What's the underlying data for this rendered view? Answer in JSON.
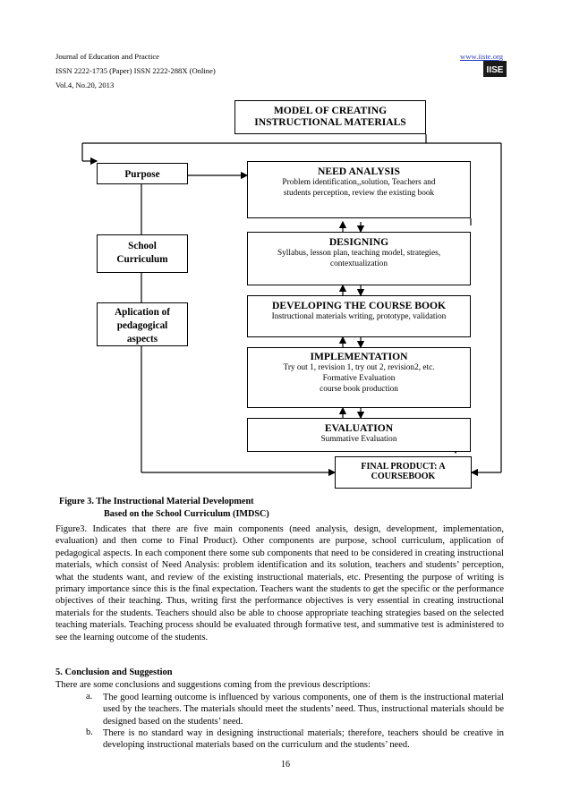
{
  "header": {
    "journal": "Journal of Education and Practice",
    "issn": "ISSN 2222-1735 (Paper)   ISSN 2222-288X (Online)",
    "vol": "Vol.4, No.20, 2013",
    "url": "www.iiste.org",
    "logo_text": "IISE"
  },
  "diagram": {
    "model_title": [
      "MODEL OF CREATING",
      "INSTRUCTIONAL MATERIALS"
    ],
    "purpose": "Purpose",
    "school_curriculum": [
      "School",
      "Curriculum"
    ],
    "application": [
      "Aplication of",
      "pedagogical",
      "aspects"
    ],
    "need_analysis": {
      "title": "NEED ANALYSIS",
      "lines": [
        "Problem identification,,solution,  Teachers and",
        "students  perception, review the existing book"
      ]
    },
    "designing": {
      "title": "DESIGNING",
      "lines": [
        "Syllabus, lesson plan,  teaching model, strategies,",
        "contextualization"
      ]
    },
    "developing": {
      "title": "DEVELOPING THE COURSE BOOK",
      "lines": [
        "Instructional materials writing, prototype, validation"
      ]
    },
    "implementation": {
      "title": "IMPLEMENTATION",
      "lines": [
        "Try out 1, revision 1, try out 2, revision2, etc.",
        "Formative Evaluation",
        "course book production"
      ]
    },
    "evaluation": {
      "title": "EVALUATION",
      "lines": [
        "Summative Evaluation"
      ]
    },
    "final_product": [
      "FINAL PRODUCT: A",
      "COURSEBOOK"
    ]
  },
  "caption": {
    "line1": "Figure 3. The Instructional Material Development",
    "line2": "Based on the School Curriculum (IMDSC)"
  },
  "paragraph": "Figure3. Indicates that there are five main components (need analysis, design, development, implementation, evaluation) and then come to Final Product). Other components are purpose, school curriculum, application of pedagogical aspects. In each component there some sub components that need to be considered in creating instructional materials, which consist of Need Analysis: problem identification and its solution, teachers and students’ perception, what the students want, and review of the existing instructional materials, etc. Presenting the purpose of writing is primary importance since this is the final expectation. Teachers want the students to get the specific or the performance objectives of their teaching. Thus, writing first the performance objectives is very essential in creating instructional materials for the students. Teachers should also be able to choose appropriate teaching strategies based on the selected teaching materials. Teaching process should be evaluated through formative test, and summative test is administered to see the learning outcome of the students.",
  "section": {
    "heading": "5. Conclusion and Suggestion",
    "intro": "There are some conclusions and suggestions coming from the previous descriptions:",
    "items": [
      {
        "marker": "a.",
        "text": "The good learning outcome is influenced by various components, one of them is the instructional material used by the teachers. The materials should meet the students’ need. Thus, instructional materials should be designed based on the students’ need."
      },
      {
        "marker": "b.",
        "text": "There is no standard way in designing instructional materials; therefore, teachers should be creative in developing instructional materials based on the curriculum and the students’ need."
      }
    ]
  },
  "page_number": "16"
}
